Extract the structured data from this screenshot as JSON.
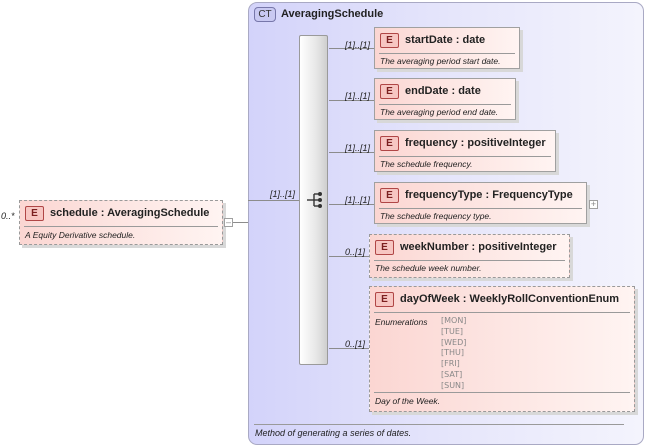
{
  "schedule": {
    "cardinality": "0..*",
    "badge": "E",
    "name": "schedule",
    "sep": ":",
    "type": "AveragingSchedule",
    "doc": "A Equity Derivative schedule."
  },
  "link_cardinality": "[1]..[1]",
  "complex_type": {
    "badge": "CT",
    "name": "AveragingSchedule",
    "doc": "Method of generating a series of dates."
  },
  "children": [
    {
      "cardinality": "[1]..[1]",
      "badge": "E",
      "name": "startDate",
      "sep": ":",
      "type": "date",
      "doc": "The averaging period start date."
    },
    {
      "cardinality": "[1]..[1]",
      "badge": "E",
      "name": "endDate",
      "sep": ":",
      "type": "date",
      "doc": "The averaging period end date."
    },
    {
      "cardinality": "[1]..[1]",
      "badge": "E",
      "name": "frequency",
      "sep": ":",
      "type": "positiveInteger",
      "doc": "The schedule frequency."
    },
    {
      "cardinality": "[1]..[1]",
      "badge": "E",
      "name": "frequencyType",
      "sep": ":",
      "type": "FrequencyType",
      "doc": "The schedule frequency type."
    },
    {
      "cardinality": "0..[1]",
      "badge": "E",
      "name": "weekNumber",
      "sep": ":",
      "type": "positiveInteger",
      "doc": "The schedule week number."
    },
    {
      "cardinality": "0..[1]",
      "badge": "E",
      "name": "dayOfWeek",
      "sep": ":",
      "type": "WeeklyRollConventionEnum",
      "doc": "Day of the Week.",
      "enum_label": "Enumerations",
      "enumerations": [
        "[MON]",
        "[TUE]",
        "[WED]",
        "[THU]",
        "[FRI]",
        "[SAT]",
        "[SUN]"
      ]
    }
  ],
  "icons": {
    "collapse": "minus-box-icon",
    "expand": "plus-box-icon",
    "sequence": "sequence-compositor-icon"
  }
}
